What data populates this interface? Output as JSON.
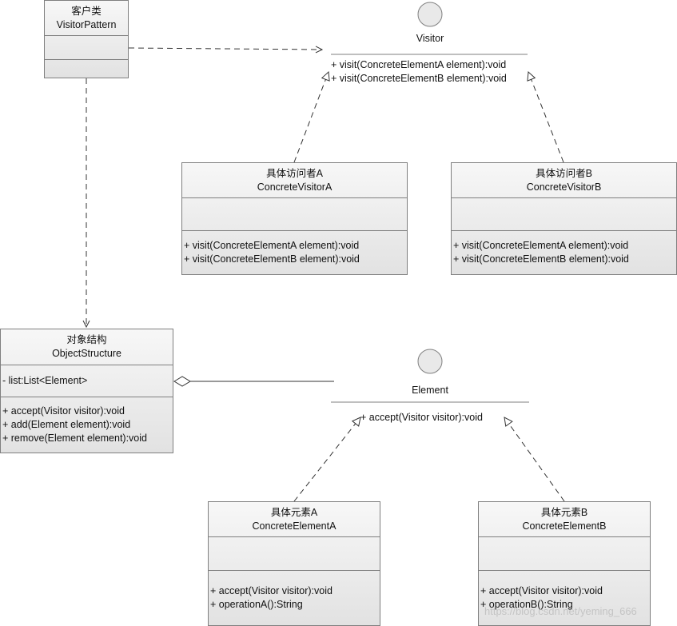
{
  "client": {
    "cn": "客户类",
    "en": "VisitorPattern",
    "attrs": [],
    "ops": []
  },
  "visitor": {
    "name": "Visitor",
    "ops": [
      "+ visit(ConcreteElementA element):void",
      "+ visit(ConcreteElementB element):void"
    ]
  },
  "visitor_a": {
    "cn": "具体访问者A",
    "en": "ConcreteVisitorA",
    "ops": [
      "+ visit(ConcreteElementA element):void",
      "+ visit(ConcreteElementB element):void"
    ]
  },
  "visitor_b": {
    "cn": "具体访问者B",
    "en": "ConcreteVisitorB",
    "ops": [
      "+ visit(ConcreteElementA element):void",
      "+ visit(ConcreteElementB element):void"
    ]
  },
  "object_structure": {
    "cn": "对象结构",
    "en": "ObjectStructure",
    "attrs": [
      "- list:List<Element>"
    ],
    "ops": [
      "+ accept(Visitor visitor):void",
      "+ add(Element element):void",
      "+ remove(Element element):void"
    ]
  },
  "element": {
    "name": "Element",
    "ops": [
      "+ accept(Visitor visitor):void"
    ]
  },
  "element_a": {
    "cn": "具体元素A",
    "en": "ConcreteElementA",
    "ops": [
      "+ accept(Visitor visitor):void",
      "+ operationA():String"
    ]
  },
  "element_b": {
    "cn": "具体元素B",
    "en": "ConcreteElementB",
    "ops": [
      "+ accept(Visitor visitor):void",
      "+ operationB():String"
    ]
  },
  "watermark": "https://blog.csdn.net/yeming_666",
  "colors": {
    "border": "#7f7f7f",
    "fill_top": "#f7f7f7",
    "fill_bottom": "#e2e2e2",
    "line": "#333333"
  }
}
